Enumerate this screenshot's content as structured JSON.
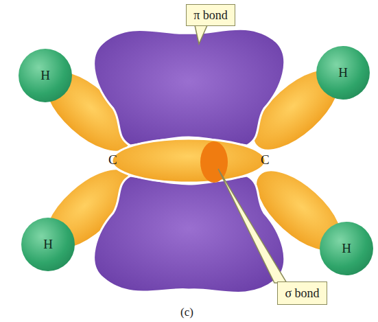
{
  "diagram": {
    "caption": "(c)",
    "nodes": [
      {
        "text": [
          "π bond"
        ]
      },
      {
        "text": [
          "H"
        ]
      },
      {
        "text": [
          "H"
        ]
      },
      {
        "text": [
          "H"
        ]
      },
      {
        "text": [
          "H"
        ]
      },
      {
        "text": [
          "σ bond"
        ]
      }
    ],
    "labels": [
      "C",
      "C"
    ]
  }
}
